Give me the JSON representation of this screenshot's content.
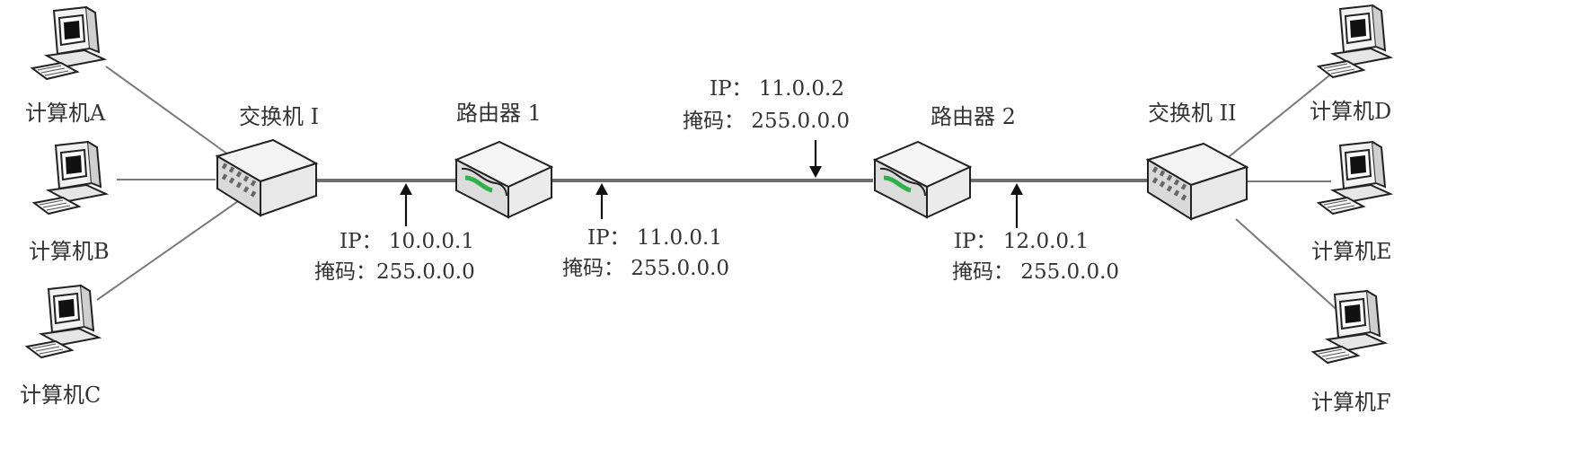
{
  "computers": {
    "a": "计算机A",
    "b": "计算机B",
    "c": "计算机C",
    "d": "计算机D",
    "e": "计算机E",
    "f": "计算机F"
  },
  "switches": {
    "s1": "交换机 I",
    "s2": "交换机 II"
  },
  "routers": {
    "r1": "路由器 1",
    "r2": "路由器 2"
  },
  "interfaces": {
    "r1_left": {
      "ip": "IP：  10.0.0.1",
      "mask": "掩码：255.0.0.0"
    },
    "r1_right": {
      "ip": "IP：  11.0.0.1",
      "mask": "掩码：  255.0.0.0"
    },
    "r2_left": {
      "ip": "IP：  11.0.0.2",
      "mask": "掩码：  255.0.0.0"
    },
    "r2_right": {
      "ip": "IP：      12.0.0.1",
      "mask": "掩码：  255.0.0.0"
    }
  }
}
